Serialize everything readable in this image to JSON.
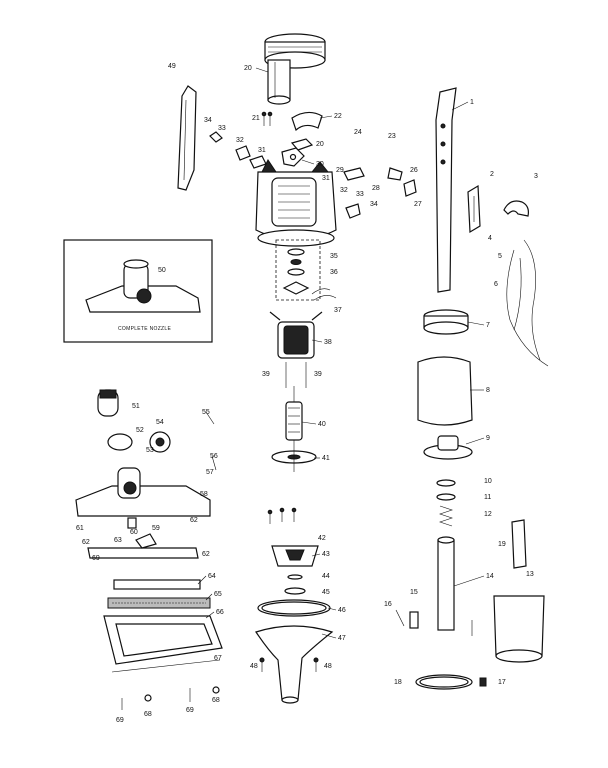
{
  "inset": {
    "caption": "COMPLETE NOZZLE"
  },
  "labels": [
    {
      "id": "l1",
      "text": "1"
    },
    {
      "id": "l2",
      "text": "2"
    },
    {
      "id": "l3",
      "text": "3"
    },
    {
      "id": "l4",
      "text": "4"
    },
    {
      "id": "l5",
      "text": "5"
    },
    {
      "id": "l6",
      "text": "6"
    },
    {
      "id": "l7",
      "text": "7"
    },
    {
      "id": "l8",
      "text": "8"
    },
    {
      "id": "l9",
      "text": "9"
    },
    {
      "id": "l10",
      "text": "10"
    },
    {
      "id": "l11",
      "text": "11"
    },
    {
      "id": "l12",
      "text": "12"
    },
    {
      "id": "l13",
      "text": "13"
    },
    {
      "id": "l14",
      "text": "14"
    },
    {
      "id": "l15",
      "text": "15"
    },
    {
      "id": "l16",
      "text": "16"
    },
    {
      "id": "l17",
      "text": "17"
    },
    {
      "id": "l18",
      "text": "18"
    },
    {
      "id": "l19",
      "text": "19"
    },
    {
      "id": "l20a",
      "text": "20"
    },
    {
      "id": "l20b",
      "text": "20"
    },
    {
      "id": "l21",
      "text": "21"
    },
    {
      "id": "l22",
      "text": "22"
    },
    {
      "id": "l23",
      "text": "23"
    },
    {
      "id": "l24",
      "text": "24"
    },
    {
      "id": "l26",
      "text": "26"
    },
    {
      "id": "l27",
      "text": "27"
    },
    {
      "id": "l28",
      "text": "28"
    },
    {
      "id": "l29",
      "text": "29"
    },
    {
      "id": "l30",
      "text": "30"
    },
    {
      "id": "l31a",
      "text": "31"
    },
    {
      "id": "l31b",
      "text": "31"
    },
    {
      "id": "l32a",
      "text": "32"
    },
    {
      "id": "l32b",
      "text": "32"
    },
    {
      "id": "l33a",
      "text": "33"
    },
    {
      "id": "l33b",
      "text": "33"
    },
    {
      "id": "l34a",
      "text": "34"
    },
    {
      "id": "l34b",
      "text": "34"
    },
    {
      "id": "l35",
      "text": "35"
    },
    {
      "id": "l36",
      "text": "36"
    },
    {
      "id": "l37",
      "text": "37"
    },
    {
      "id": "l38",
      "text": "38"
    },
    {
      "id": "l39a",
      "text": "39"
    },
    {
      "id": "l39b",
      "text": "39"
    },
    {
      "id": "l40",
      "text": "40"
    },
    {
      "id": "l41",
      "text": "41"
    },
    {
      "id": "l42",
      "text": "42"
    },
    {
      "id": "l43",
      "text": "43"
    },
    {
      "id": "l44",
      "text": "44"
    },
    {
      "id": "l45",
      "text": "45"
    },
    {
      "id": "l46",
      "text": "46"
    },
    {
      "id": "l47",
      "text": "47"
    },
    {
      "id": "l48a",
      "text": "48"
    },
    {
      "id": "l48b",
      "text": "48"
    },
    {
      "id": "l49",
      "text": "49"
    },
    {
      "id": "l50",
      "text": "50"
    },
    {
      "id": "l51",
      "text": "51"
    },
    {
      "id": "l52",
      "text": "52"
    },
    {
      "id": "l53",
      "text": "53"
    },
    {
      "id": "l54",
      "text": "54"
    },
    {
      "id": "l55",
      "text": "55"
    },
    {
      "id": "l56",
      "text": "56"
    },
    {
      "id": "l57",
      "text": "57"
    },
    {
      "id": "l58",
      "text": "58"
    },
    {
      "id": "l59",
      "text": "59"
    },
    {
      "id": "l60",
      "text": "60"
    },
    {
      "id": "l61",
      "text": "61"
    },
    {
      "id": "l62a",
      "text": "62"
    },
    {
      "id": "l62b",
      "text": "62"
    },
    {
      "id": "l62c",
      "text": "62"
    },
    {
      "id": "l63",
      "text": "63"
    },
    {
      "id": "l64",
      "text": "64"
    },
    {
      "id": "l65",
      "text": "65"
    },
    {
      "id": "l66",
      "text": "66"
    },
    {
      "id": "l67",
      "text": "67"
    },
    {
      "id": "l68a",
      "text": "68"
    },
    {
      "id": "l68b",
      "text": "68"
    },
    {
      "id": "l69a",
      "text": "69"
    },
    {
      "id": "l69b",
      "text": "69"
    },
    {
      "id": "l69c",
      "text": "69"
    }
  ]
}
